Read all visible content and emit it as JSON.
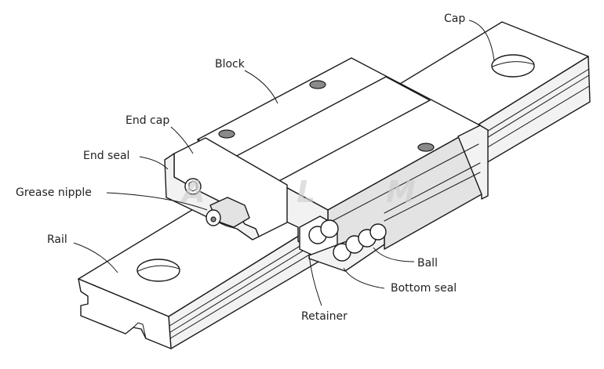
{
  "labels": {
    "cap": "Cap",
    "block": "Block",
    "end_cap": "End cap",
    "end_seal": "End seal",
    "grease_nipple": "Grease nipple",
    "rail": "Rail",
    "ball": "Ball",
    "bottom_seal": "Bottom seal",
    "retainer": "Retainer"
  },
  "watermark": {
    "letters": [
      "A",
      "L",
      "M"
    ]
  },
  "colors": {
    "line": "#1a1a1a",
    "text": "#222222",
    "watermark": "#cfcfcf"
  }
}
